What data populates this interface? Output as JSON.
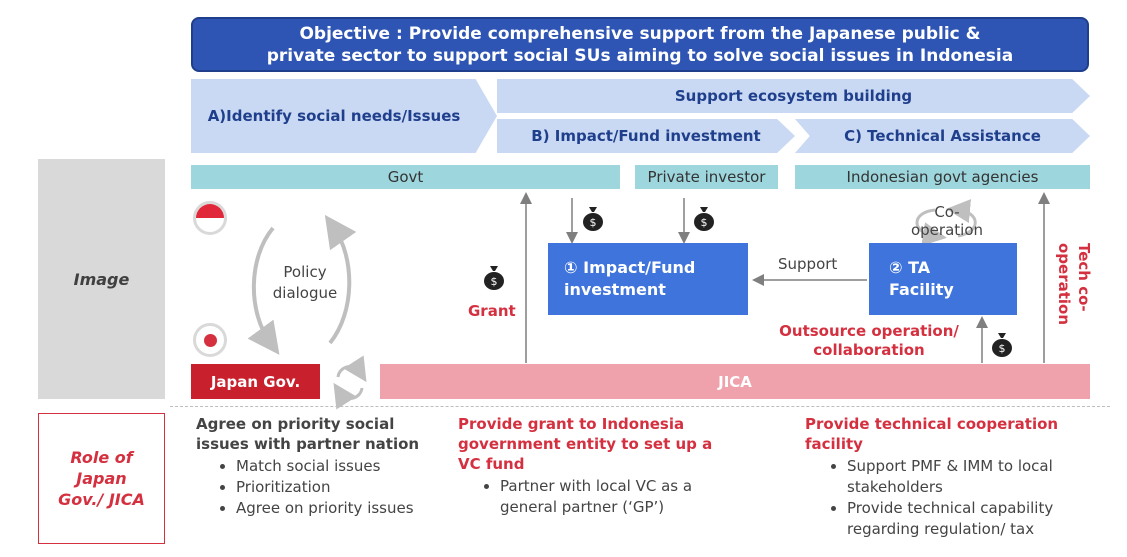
{
  "objective": {
    "line1": "Objective : Provide comprehensive support from the Japanese public &",
    "line2": "private sector to support social SUs aiming to solve social issues in Indonesia"
  },
  "phases": {
    "a": "A)Identify social needs/Issues",
    "ecosystem": "Support ecosystem building",
    "b": "B) Impact/Fund investment",
    "c": "C) Technical Assistance"
  },
  "side_labels": {
    "image": "Image",
    "role_line1": "Role of",
    "role_line2": "Japan",
    "role_line3": "Gov./ JICA"
  },
  "stakeholders": {
    "govt": "Govt",
    "private_investor": "Private investor",
    "indonesian_agencies": "Indonesian govt agencies",
    "japan_gov": "Japan Gov.",
    "jica": "JICA"
  },
  "diagram": {
    "policy_line1": "Policy",
    "policy_line2": "dialogue",
    "grant": "Grant",
    "impact_line1": "① Impact/Fund",
    "impact_line2": "investment",
    "ta_line1": "② TA",
    "ta_line2": "Facility",
    "support": "Support",
    "coop_line1": "Co-",
    "coop_line2": "operation",
    "outsource_line1": "Outsource operation/",
    "outsource_line2": "collaboration",
    "tech_coop_line1": "Tech co-",
    "tech_coop_line2": "operation"
  },
  "roles": {
    "col1": {
      "title_line1": "Agree on priority social",
      "title_line2": "issues with partner nation",
      "bullets": [
        "Match social issues",
        "Prioritization",
        "Agree on priority issues"
      ]
    },
    "col2": {
      "title_line1": "Provide grant to Indonesia",
      "title_line2": "government entity to set up a",
      "title_line3": "VC fund",
      "bullet_line1": "Partner with local VC as a",
      "bullet_line2": "general partner (‘GP’)"
    },
    "col3": {
      "title_line1": "Provide technical cooperation",
      "title_line2": "facility",
      "b1_line1": "Support PMF & IMM to local",
      "b1_line2": "stakeholders",
      "b2_line1": "Provide technical capability",
      "b2_line2": "regarding regulation/ tax"
    }
  },
  "icons": [
    "indonesia-flag-icon",
    "japan-flag-icon",
    "money-bag-icon",
    "cycle-arrows-icon"
  ],
  "colors": {
    "objective": "#2e55b3",
    "chevron": "#c9d9f3",
    "teal": "#9ed6dd",
    "japan_gov": "#c8202d",
    "jica": "#efa2ab",
    "box_blue": "#3f74dc",
    "accent_red": "#d4303f"
  }
}
